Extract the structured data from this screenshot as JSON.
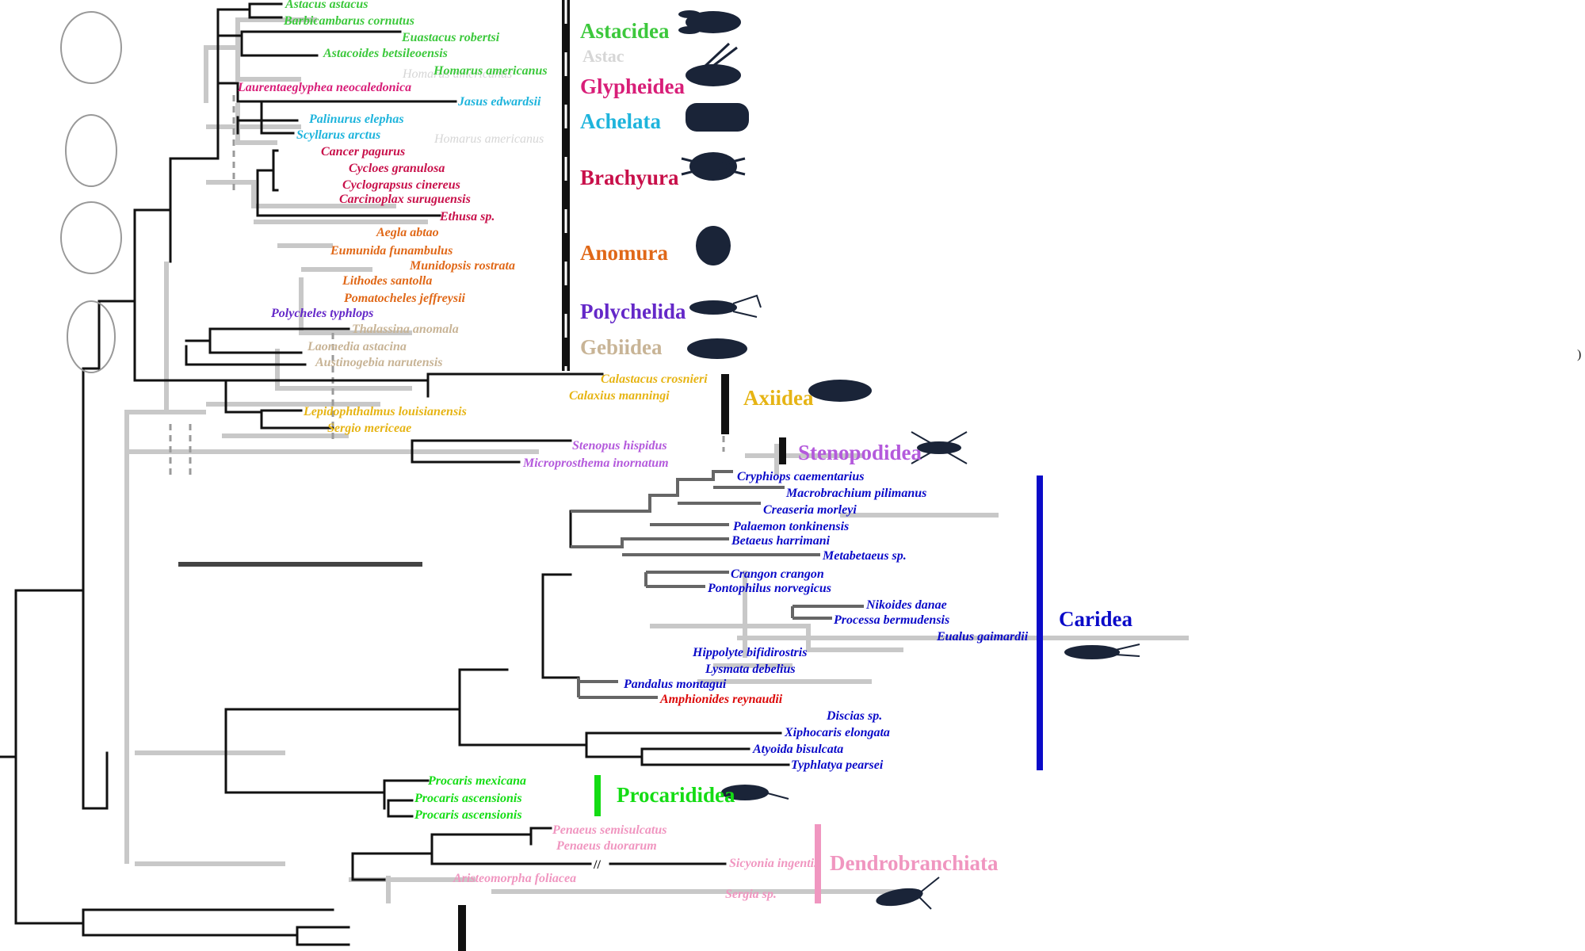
{
  "colors": {
    "astacidea": "#3cc83c",
    "glypheidea": "#d81e78",
    "achelata": "#1eb4dc",
    "brachyura": "#c8104a",
    "anomura": "#e06818",
    "polychelida": "#6428c8",
    "gebiidea": "#c8b496",
    "axiidea": "#e6b414",
    "stenopodidea": "#b45adc",
    "caridea": "#0a0ac8",
    "caridea_red": "#dc0a0a",
    "procarididea": "#14dc14",
    "dendrobranchiata": "#f096c0",
    "outgroup": "#888888"
  },
  "taxa": [
    {
      "name": "Astacus astacus",
      "group": "astacidea"
    },
    {
      "name": "Barbicambarus cornutus",
      "group": "astacidea"
    },
    {
      "name": "Euastacus robertsi",
      "group": "astacidea"
    },
    {
      "name": "Astacoides betsileoensis",
      "group": "astacidea"
    },
    {
      "name": "Homarus americanus",
      "group": "astacidea"
    },
    {
      "name": "Laurentaeglyphea neocaledonica",
      "group": "glypheidea"
    },
    {
      "name": "Jasus edwardsii",
      "group": "achelata"
    },
    {
      "name": "Palinurus elephas",
      "group": "achelata"
    },
    {
      "name": "Scyllarus arctus",
      "group": "achelata"
    },
    {
      "name": "Cancer pagurus",
      "group": "brachyura"
    },
    {
      "name": "Cycloes granulosa",
      "group": "brachyura"
    },
    {
      "name": "Cyclograpsus cinereus",
      "group": "brachyura"
    },
    {
      "name": "Carcinoplax suruguensis",
      "group": "brachyura"
    },
    {
      "name": "Ethusa sp.",
      "group": "brachyura"
    },
    {
      "name": "Aegla abtao",
      "group": "anomura"
    },
    {
      "name": "Eumunida funambulus",
      "group": "anomura"
    },
    {
      "name": "Munidopsis rostrata",
      "group": "anomura"
    },
    {
      "name": "Lithodes santolla",
      "group": "anomura"
    },
    {
      "name": "Pomatocheles jeffreysii",
      "group": "anomura"
    },
    {
      "name": "Polycheles typhlops",
      "group": "polychelida"
    },
    {
      "name": "Thalassina anomala",
      "group": "gebiidea"
    },
    {
      "name": "Laomedia astacina",
      "group": "gebiidea"
    },
    {
      "name": "Austinogebia narutensis",
      "group": "gebiidea"
    },
    {
      "name": "Calastacus crosnieri",
      "group": "axiidea"
    },
    {
      "name": "Calaxius manningi",
      "group": "axiidea"
    },
    {
      "name": "Lepidophthalmus louisianensis",
      "group": "axiidea"
    },
    {
      "name": "Sergio mericeae",
      "group": "axiidea"
    },
    {
      "name": "Stenopus hispidus",
      "group": "stenopodidea"
    },
    {
      "name": "Microprosthema inornatum",
      "group": "stenopodidea"
    },
    {
      "name": "Cryphiops caementarius",
      "group": "caridea"
    },
    {
      "name": "Macrobrachium pilimanus",
      "group": "caridea"
    },
    {
      "name": "Creaseria morleyi",
      "group": "caridea"
    },
    {
      "name": "Palaemon tonkinensis",
      "group": "caridea"
    },
    {
      "name": "Betaeus harrimani",
      "group": "caridea"
    },
    {
      "name": "Metabetaeus sp.",
      "group": "caridea"
    },
    {
      "name": "Crangon crangon",
      "group": "caridea"
    },
    {
      "name": "Pontophilus norvegicus",
      "group": "caridea"
    },
    {
      "name": "Nikoides danae",
      "group": "caridea"
    },
    {
      "name": "Processa bermudensis",
      "group": "caridea"
    },
    {
      "name": "Eualus gaimardii",
      "group": "caridea"
    },
    {
      "name": "Hippolyte bifidirostris",
      "group": "caridea"
    },
    {
      "name": "Lysmata debelius",
      "group": "caridea"
    },
    {
      "name": "Pandalus montagui",
      "group": "caridea"
    },
    {
      "name": "Amphionides reynaudii",
      "group": "caridea_red"
    },
    {
      "name": "Discias sp.",
      "group": "caridea"
    },
    {
      "name": "Xiphocaris elongata",
      "group": "caridea"
    },
    {
      "name": "Atyoida bisulcata",
      "group": "caridea"
    },
    {
      "name": "Typhlatya pearsei",
      "group": "caridea"
    },
    {
      "name": "Procaris mexicana",
      "group": "procarididea"
    },
    {
      "name": "Procaris ascensionis",
      "group": "procarididea"
    },
    {
      "name": "Procaris ascensionis",
      "group": "procarididea"
    },
    {
      "name": "Penaeus semisulcatus",
      "group": "dendrobranchiata"
    },
    {
      "name": "Penaeus duorarum",
      "group": "dendrobranchiata"
    },
    {
      "name": "Sicyonia ingentis",
      "group": "dendrobranchiata"
    },
    {
      "name": "Aristeomorpha foliacea",
      "group": "dendrobranchiata"
    },
    {
      "name": "Sergia sp.",
      "group": "dendrobranchiata"
    }
  ],
  "clades": [
    {
      "name": "Astacidea",
      "group": "astacidea"
    },
    {
      "name": "Glypheidea",
      "group": "glypheidea"
    },
    {
      "name": "Achelata",
      "group": "achelata"
    },
    {
      "name": "Brachyura",
      "group": "brachyura"
    },
    {
      "name": "Anomura",
      "group": "anomura"
    },
    {
      "name": "Polychelida",
      "group": "polychelida"
    },
    {
      "name": "Gebiidea",
      "group": "gebiidea"
    },
    {
      "name": "Axiidea",
      "group": "axiidea"
    },
    {
      "name": "Stenopodidea",
      "group": "stenopodidea"
    },
    {
      "name": "Caridea",
      "group": "caridea"
    },
    {
      "name": "Procarididea",
      "group": "procarididea"
    },
    {
      "name": "Dendrobranchiata",
      "group": "dendrobranchiata"
    }
  ],
  "ghost_labels": [
    "Homarus americanus",
    "Homarus americanus",
    "Astac"
  ],
  "break_mark": "//",
  "right_edge_mark": ")"
}
